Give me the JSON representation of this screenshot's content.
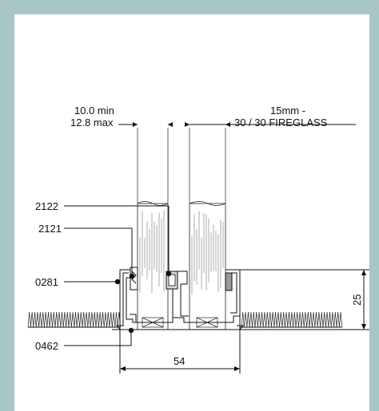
{
  "colors": {
    "frame": "#a9c6c6",
    "panel": "#ffffff",
    "line": "#111111"
  },
  "labels": {
    "gap_min": "10.0 min",
    "gap_max": "12.8 max",
    "glass_thickness": "15mm -",
    "glass_spec": "30 / 30 FIREGLASS",
    "part_2122": "2122",
    "part_2121": "2121",
    "part_0281": "0281",
    "part_0462": "0462",
    "dim_height": "25",
    "dim_width": "54"
  }
}
